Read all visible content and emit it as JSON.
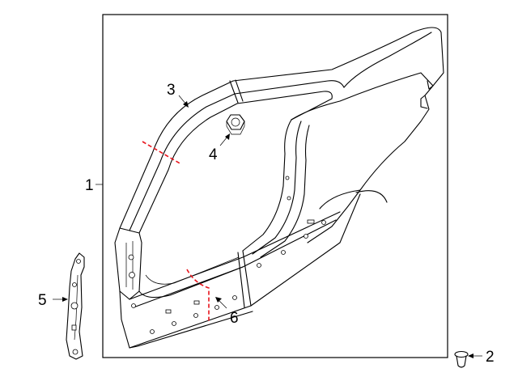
{
  "callouts": {
    "c1": "1",
    "c2": "2",
    "c3": "3",
    "c4": "4",
    "c5": "5",
    "c6": "6"
  },
  "colors": {
    "line": "#000000",
    "section_cut": "#e8141c",
    "background": "#ffffff"
  }
}
